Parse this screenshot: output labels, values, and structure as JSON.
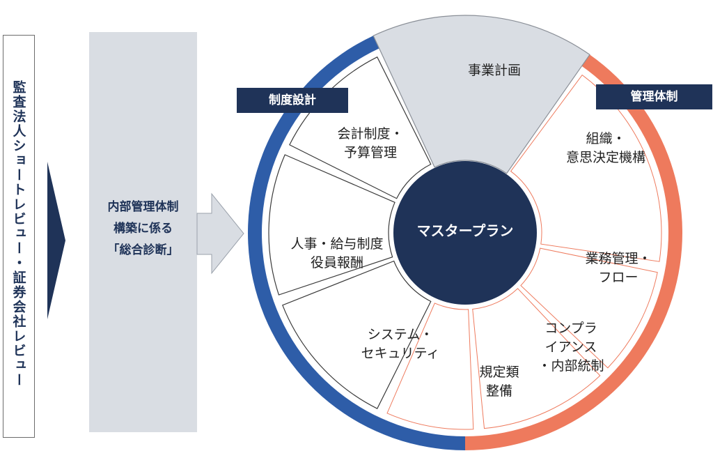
{
  "left_label": "監査法人ショートレビュー・証券会社レビュー",
  "middle": {
    "line1": "内部管理体制",
    "line2": "構築に係る",
    "line3": "「総合診断」"
  },
  "center": "マスタープラン",
  "tags": {
    "design": "制度設計",
    "management": "管理体制"
  },
  "segments": {
    "business_plan": "事業計画",
    "accounting_1": "会計制度・",
    "accounting_2": "予算管理",
    "hr_1": "人事・給与制度",
    "hr_2": "役員報酬",
    "system_1": "システム・",
    "system_2": "セキュリティ",
    "rules_1": "規定類",
    "rules_2": "整備",
    "compliance_1": "コンプラ",
    "compliance_2": "イアンス",
    "compliance_3": "・内部統制",
    "operations_1": "業務管理・",
    "operations_2": "フロー",
    "organization_1": "組織・",
    "organization_2": "意思決定機構"
  },
  "colors": {
    "navy": "#1f3358",
    "blue_ring": "#2e5da8",
    "orange_ring": "#ee7a5d",
    "gray_fill": "#d9dde3",
    "white_seg_border": "#3a3a3a",
    "orange_seg_border": "#ee7a5d"
  }
}
